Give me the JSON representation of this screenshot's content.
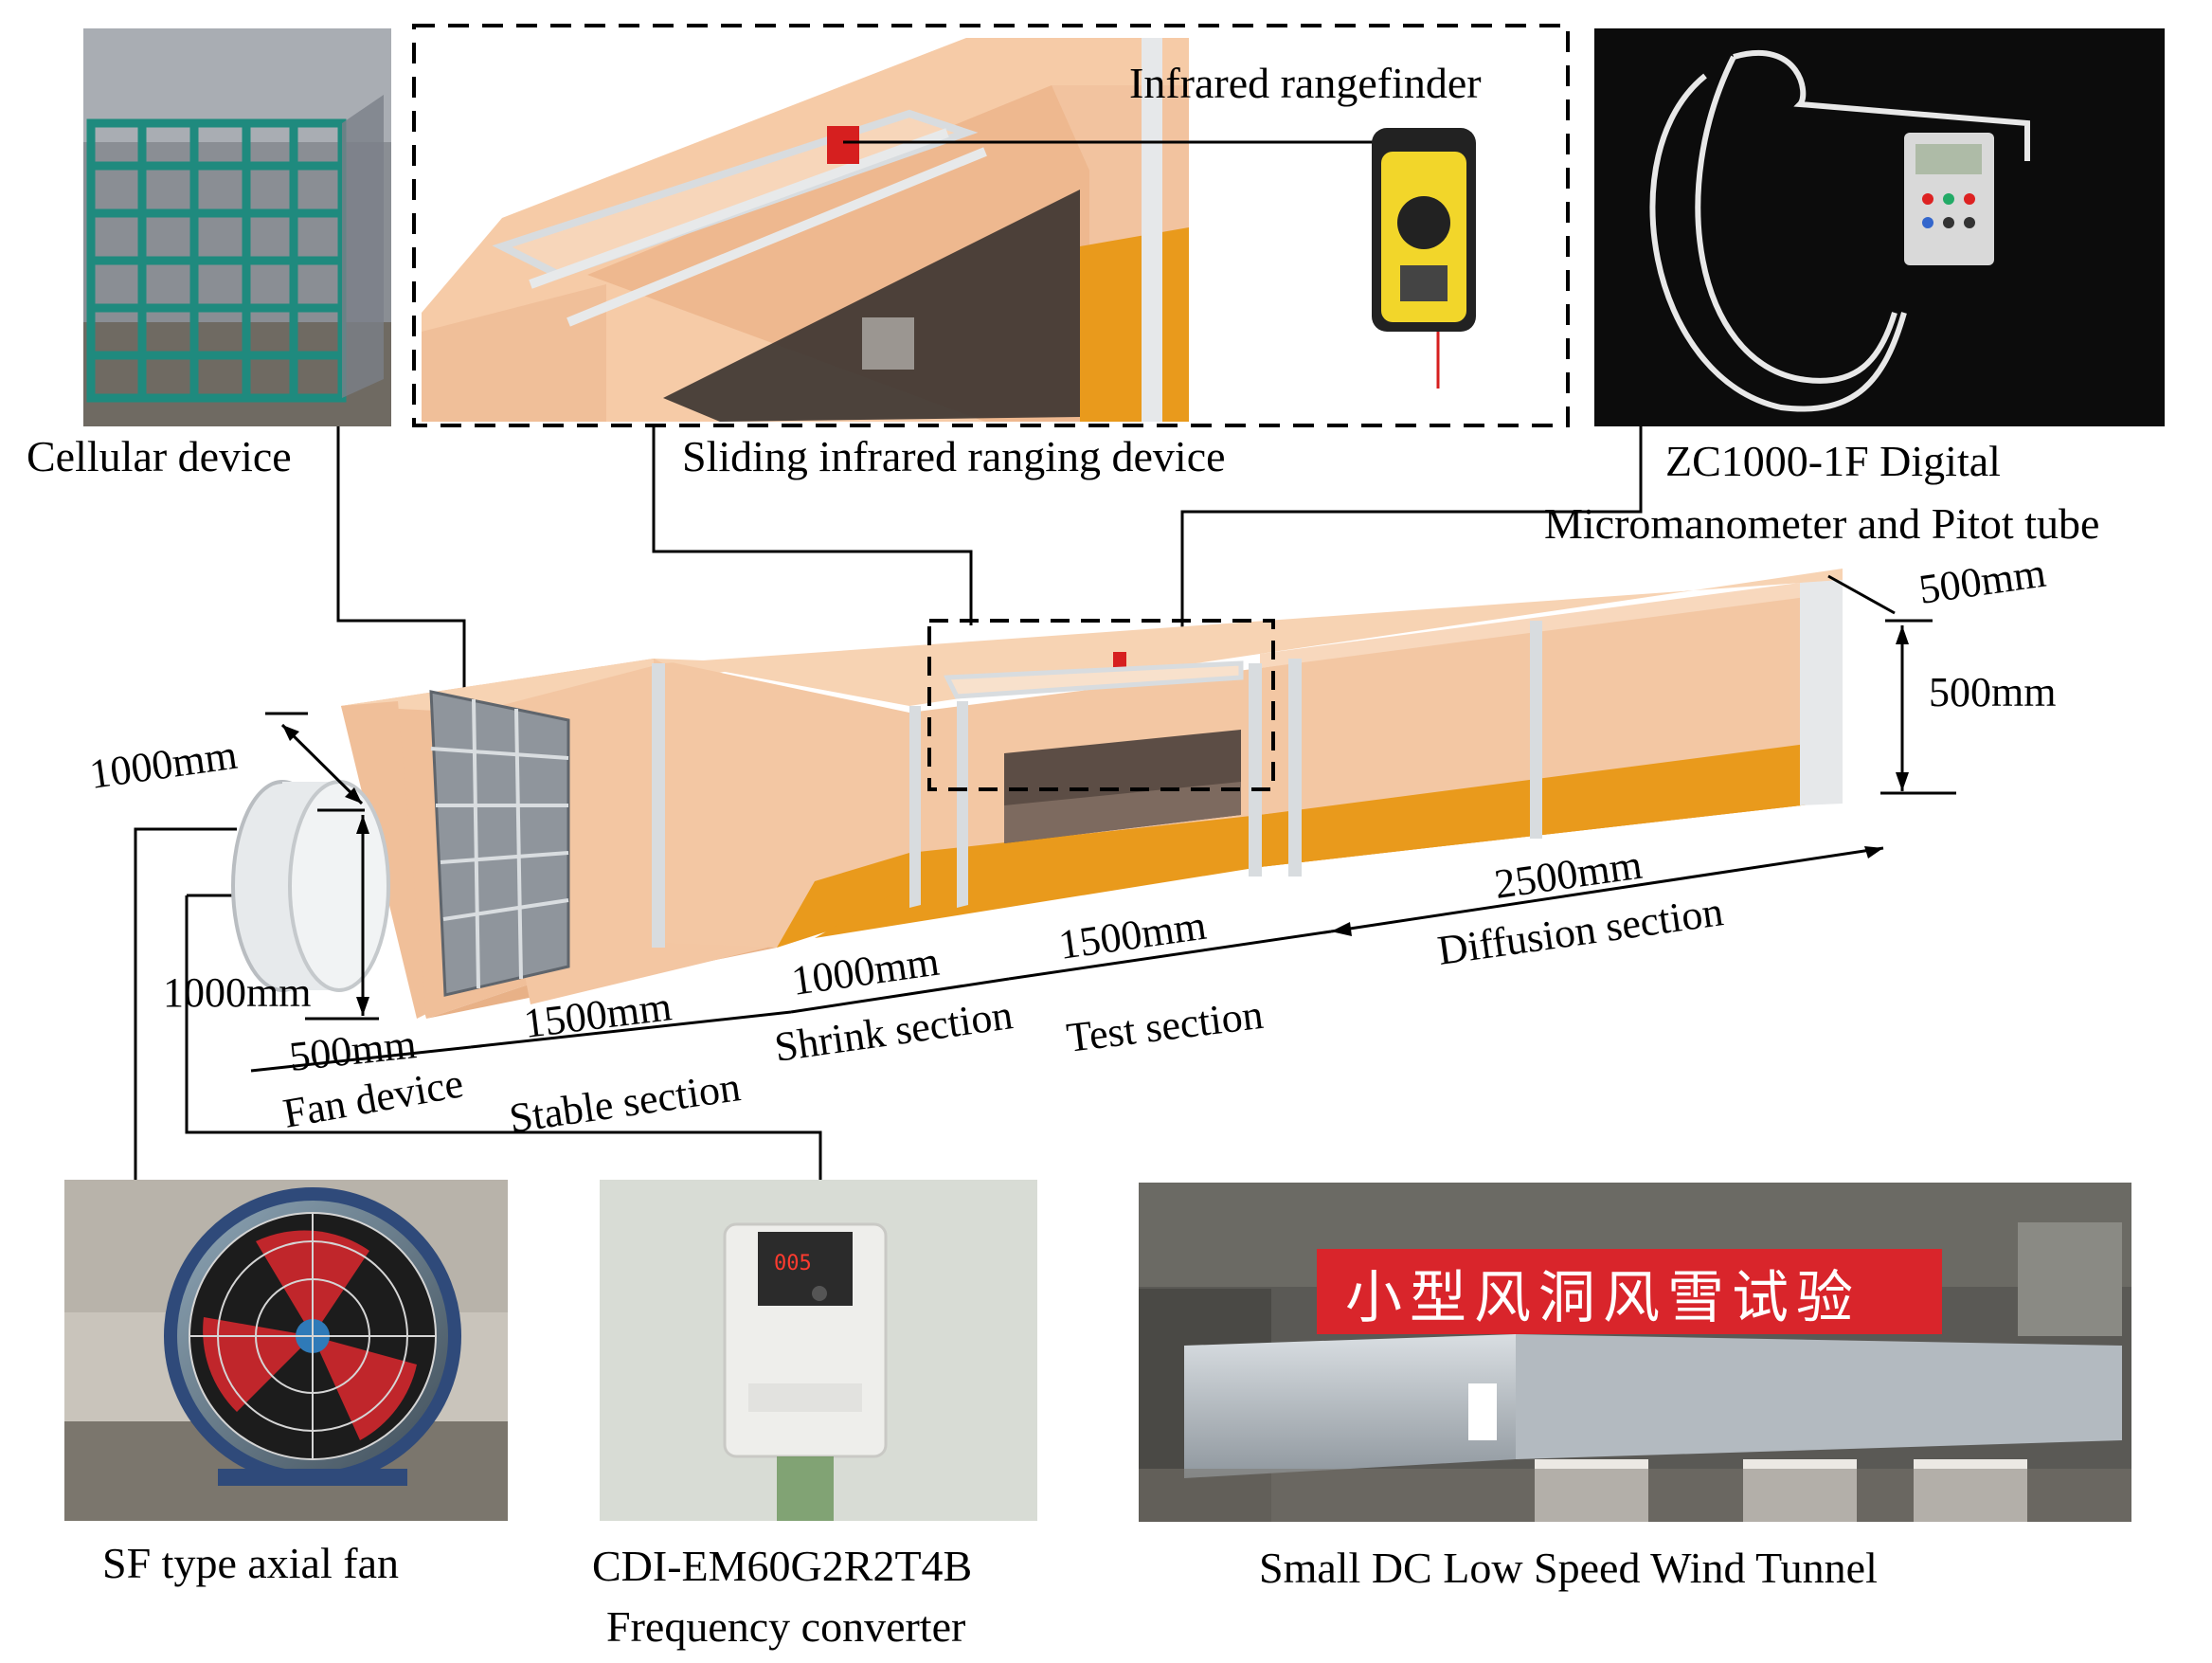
{
  "photos": {
    "cellular_device": "Cellular device",
    "sliding_device": "Sliding infrared ranging device",
    "infrared_rangefinder": "Infrared rangefinder",
    "micromanometer_line1": "ZC1000-1F Digital",
    "micromanometer_line2": "Micromanometer and Pitot tube",
    "axial_fan": "SF type axial fan",
    "converter_line1": "CDI-EM60G2R2T4B",
    "converter_line2": "Frequency converter",
    "wind_tunnel": "Small DC Low Speed Wind Tunnel",
    "banner_text": "小型风洞风雪试验",
    "display_readout": "005"
  },
  "dimensions": {
    "fan_width": "1000mm",
    "fan_height": "1000mm",
    "fan_length": "500mm",
    "stable_length": "1500mm",
    "shrink_length": "1000mm",
    "test_length": "1500mm",
    "diffusion_length": "2500mm",
    "outlet_width": "500mm",
    "outlet_height": "500mm"
  },
  "sections": {
    "fan": "Fan device",
    "stable": "Stable section",
    "shrink": "Shrink section",
    "test": "Test section",
    "diffusion": "Diffusion section"
  },
  "colors": {
    "tunnel_top": "#f6cba7",
    "tunnel_side": "#f0bf99",
    "tunnel_bottom": "#e99a1c",
    "frame": "#d8dcdf"
  }
}
